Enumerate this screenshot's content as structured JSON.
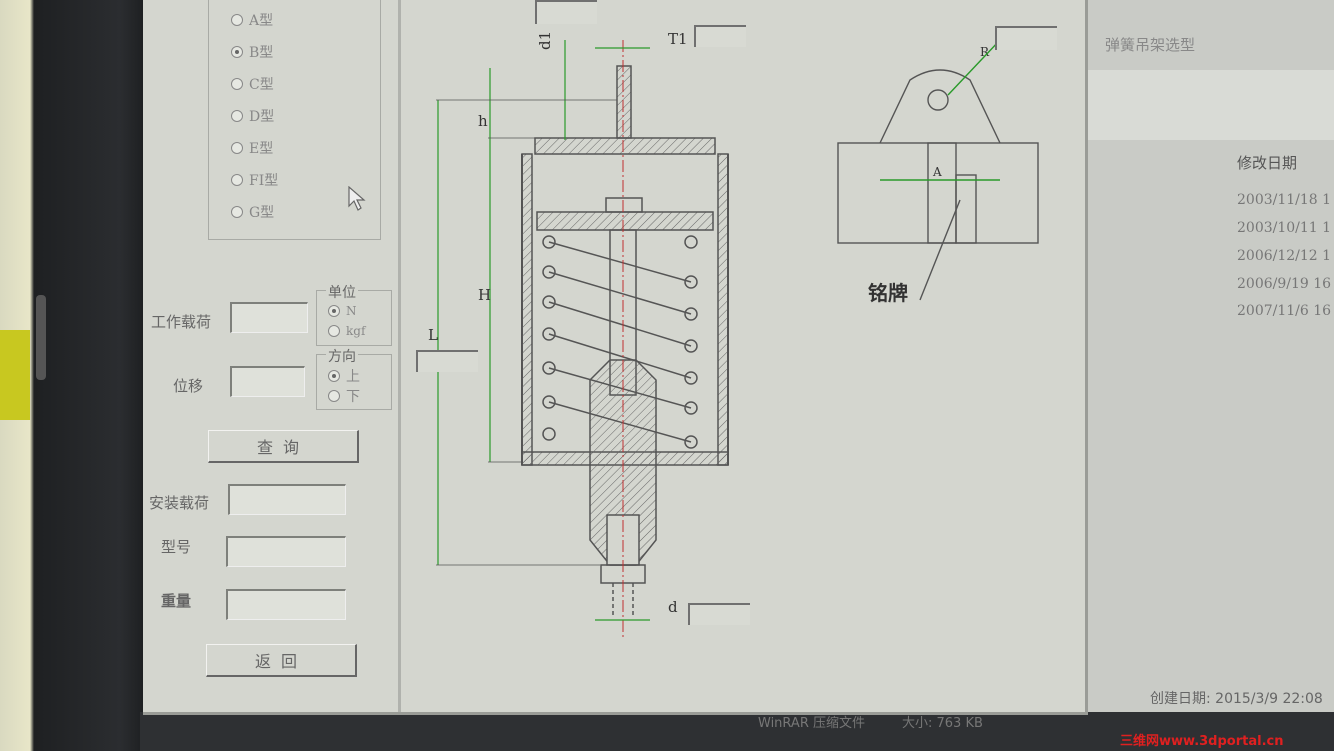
{
  "type_group": {
    "options": [
      "A型",
      "B型",
      "C型",
      "D型",
      "E型",
      "FI型",
      "G型"
    ],
    "selected": "B型"
  },
  "labels": {
    "work_load": "工作载荷",
    "displacement": "位移",
    "install_load": "安装载荷",
    "model": "型号",
    "weight": "重量"
  },
  "unit_group": {
    "title": "单位",
    "options": [
      "N",
      "kgf"
    ],
    "selected": "N"
  },
  "direction_group": {
    "title": "方向",
    "options": [
      "上",
      "下"
    ],
    "selected": "上"
  },
  "buttons": {
    "query": "查询",
    "back": "返回"
  },
  "drawing": {
    "dims": [
      "d1",
      "T1",
      "h",
      "H",
      "L",
      "d",
      "A",
      "R"
    ],
    "nameplate": "铭牌"
  },
  "background": {
    "title": "弹簧吊架选型",
    "column_header": "修改日期",
    "dates": [
      "2003/11/18 1",
      "2003/10/11 1",
      "2006/12/12 1",
      "2006/9/19 16",
      "2007/11/6 16"
    ],
    "created": "创建日期: 2015/3/9 22:08",
    "winrar": "WinRAR 压缩文件",
    "size": "大小: 763 KB"
  },
  "watermark": "三维网www.3dportal.cn",
  "colors": {
    "dialog_bg": "#d4d6cf",
    "drawing_line": "#555555",
    "dim_green": "#2a9a2a",
    "center_red": "#c03030"
  }
}
